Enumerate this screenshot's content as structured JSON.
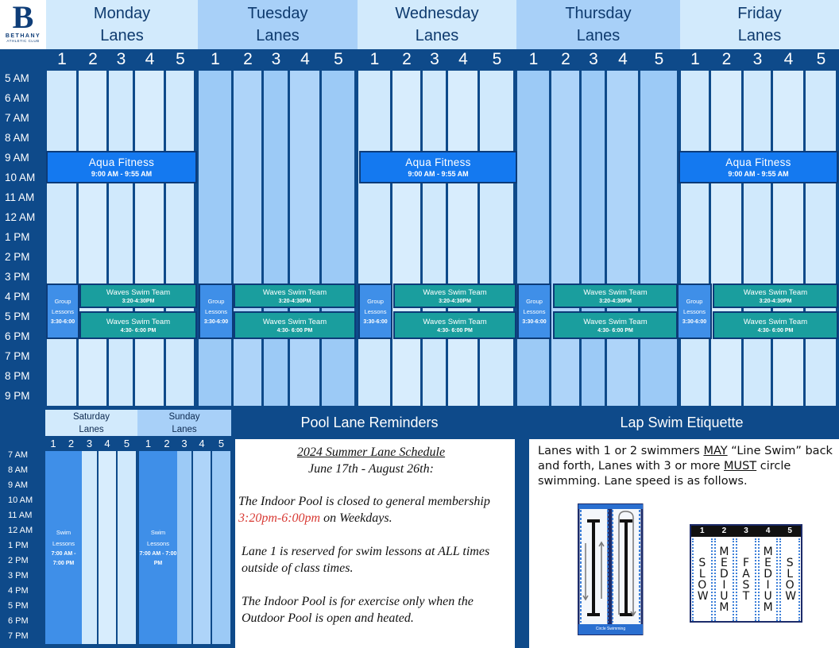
{
  "brand": {
    "name": "BETHANY",
    "sub": "ATHLETIC CLUB"
  },
  "colors": {
    "navy": "#0e4a8a",
    "light_lane": "#d2eafc",
    "mid_lane": "#a8d0f8",
    "aqua": "#1479f0",
    "waves": "#1a9e9e",
    "group": "#3f8fe8",
    "red_text": "#d83a34"
  },
  "weekdays": [
    {
      "day": "Monday",
      "lanes_label": "Lanes"
    },
    {
      "day": "Tuesday",
      "lanes_label": "Lanes"
    },
    {
      "day": "Wednesday",
      "lanes_label": "Lanes"
    },
    {
      "day": "Thursday",
      "lanes_label": "Lanes"
    },
    {
      "day": "Friday",
      "lanes_label": "Lanes"
    }
  ],
  "lane_numbers": [
    "1",
    "2",
    "3",
    "4",
    "5"
  ],
  "hours": [
    "5  AM",
    "6  AM",
    "7  AM",
    "8  AM",
    "9  AM",
    "10 AM",
    "11 AM",
    "12 AM",
    "1  PM",
    "2  PM",
    "3  PM",
    "4  PM",
    "5  PM",
    "6  PM",
    "7  PM",
    "8  PM",
    "9 PM"
  ],
  "aqua_fitness": {
    "title": "Aqua Fitness",
    "time": "9:00 AM - 9:55 AM"
  },
  "waves_1": {
    "title": "Waves Swim Team",
    "time": "3:20-4:30PM"
  },
  "waves_2": {
    "title": "Waves Swim Team",
    "time": "4:30- 6:00 PM"
  },
  "group_lessons": {
    "line1": "Group",
    "line2": "Lessons",
    "time": "3:30-6:00"
  },
  "reminders_title": "Pool Lane Reminders",
  "etiquette_title": "Lap Swim Etiquette",
  "weekend": [
    {
      "day": "Saturday",
      "lanes_label": "Lanes"
    },
    {
      "day": "Sunday",
      "lanes_label": "Lanes"
    }
  ],
  "weekend_hours": [
    "7  AM",
    "8  AM",
    "9  AM",
    "10 AM",
    "11 AM",
    "12 AM",
    "1  PM",
    "2  PM",
    "3  PM",
    "4  PM",
    "5  PM",
    "6  PM",
    "7 PM"
  ],
  "swim_lessons": {
    "line1": "Swim",
    "line2": "Lessons",
    "time": "7:00 AM - 7:00 PM"
  },
  "reminders": {
    "heading": "2024 Summer Lane Schedule",
    "dates": "June 17th - August 26th:",
    "p1_a": "The Indoor Pool is closed to general membership ",
    "p1_time": "3:20pm-6:00pm",
    "p1_b": " on Weekdays.",
    "p2": "Lane 1 is reserved for swim lessons at ALL times outside of class times.",
    "p3": "The Indoor Pool is for exercise only when the Outdoor Pool is open and heated."
  },
  "etiquette": {
    "t1": "Lanes with 1 or 2 swimmers ",
    "may": "MAY",
    "t2": " “Line Swim” back and forth, Lanes with 3 or more ",
    "must": "MUST",
    "t3": " circle swimming. Lane speed is as follows."
  },
  "illustration_caption": "Circle Swimming",
  "speeds": [
    "SLOW",
    "MEDIUM",
    "FAST",
    "MEDIUM",
    "SLOW"
  ]
}
